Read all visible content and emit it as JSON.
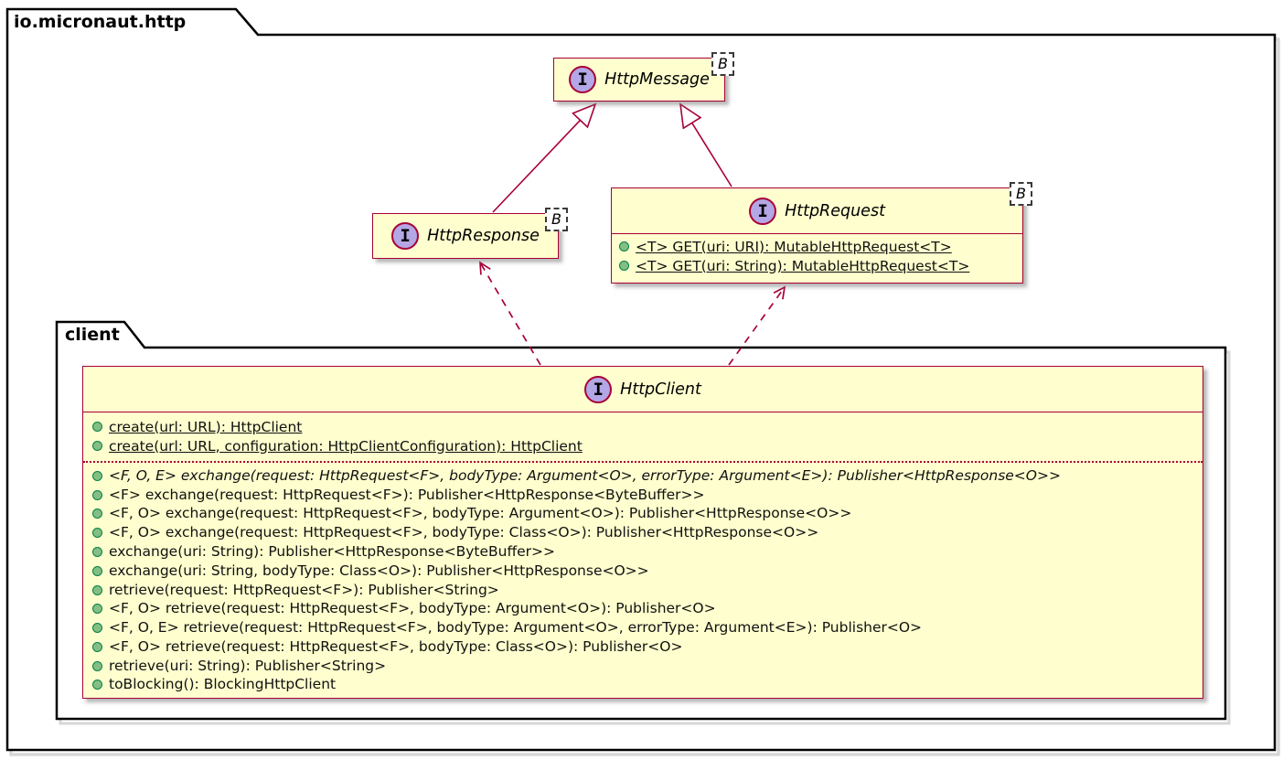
{
  "packages": {
    "root": {
      "name": "io.micronaut.http"
    },
    "client": {
      "name": "client"
    }
  },
  "classes": {
    "http_message": {
      "kind": "interface",
      "icon_letter": "I",
      "name": "HttpMessage",
      "generic": "B"
    },
    "http_response": {
      "kind": "interface",
      "icon_letter": "I",
      "name": "HttpResponse",
      "generic": "B"
    },
    "http_request": {
      "kind": "interface",
      "icon_letter": "I",
      "name": "HttpRequest",
      "generic": "B",
      "static_methods": [
        "<T> GET(uri: URI): MutableHttpRequest<T>",
        "<T> GET(uri: String): MutableHttpRequest<T>"
      ]
    },
    "http_client": {
      "kind": "interface",
      "icon_letter": "I",
      "name": "HttpClient",
      "static_methods": [
        "create(url: URL): HttpClient",
        "create(url: URL, configuration: HttpClientConfiguration): HttpClient"
      ],
      "methods": [
        "<F, O, E> exchange(request: HttpRequest<F>, bodyType: Argument<O>, errorType: Argument<E>): Publisher<HttpResponse<O>>",
        "<F> exchange(request: HttpRequest<F>): Publisher<HttpResponse<ByteBuffer>>",
        "<F, O> exchange(request: HttpRequest<F>, bodyType: Argument<O>): Publisher<HttpResponse<O>>",
        "<F, O> exchange(request: HttpRequest<F>, bodyType: Class<O>): Publisher<HttpResponse<O>>",
        "exchange(uri: String): Publisher<HttpResponse<ByteBuffer>>",
        "exchange(uri: String, bodyType: Class<O>): Publisher<HttpResponse<O>>",
        "retrieve(request: HttpRequest<F>): Publisher<String>",
        "<F, O> retrieve(request: HttpRequest<F>, bodyType: Argument<O>): Publisher<O>",
        "<F, O, E> retrieve(request: HttpRequest<F>, bodyType: Argument<O>, errorType: Argument<E>): Publisher<O>",
        "<F, O> retrieve(request: HttpRequest<F>, bodyType: Class<O>): Publisher<O>",
        "retrieve(uri: String): Publisher<String>",
        "toBlocking(): BlockingHttpClient"
      ]
    }
  },
  "relationships": [
    {
      "from": "HttpResponse",
      "to": "HttpMessage",
      "type": "generalization",
      "line": "solid",
      "arrowhead": "hollow-triangle"
    },
    {
      "from": "HttpRequest",
      "to": "HttpMessage",
      "type": "generalization",
      "line": "solid",
      "arrowhead": "hollow-triangle"
    },
    {
      "from": "HttpClient",
      "to": "HttpResponse",
      "type": "dependency",
      "line": "dashed",
      "arrowhead": "open"
    },
    {
      "from": "HttpClient",
      "to": "HttpRequest",
      "type": "dependency",
      "line": "dashed",
      "arrowhead": "open"
    }
  ],
  "colors": {
    "class_fill": "#FEFECE",
    "class_border": "#A80036",
    "interface_icon_fill": "#B4A7E5",
    "public_method_icon_fill": "#84BE84",
    "public_method_icon_border": "#038048",
    "frame_border": "#000000",
    "background": "#FFFFFF"
  }
}
